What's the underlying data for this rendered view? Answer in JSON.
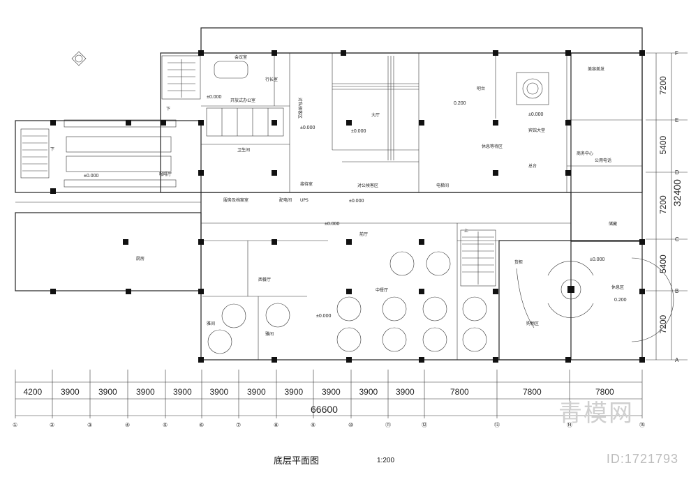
{
  "drawing": {
    "title": "底层平面图",
    "scale": "1:200",
    "watermark_id": "ID:1721793",
    "watermark_logo": "青模网"
  },
  "rooms": {
    "meeting": "会议室",
    "manager": "行长室",
    "open_office": "开放式办公室",
    "vip_wait": "对私候客区",
    "lobby": "大厅",
    "bar": "吧台",
    "guest_hall": "宾馆大堂",
    "restroom": "卫生间",
    "waiting": "休息等待区",
    "counter": "总台",
    "business": "商务中心",
    "beauty": "美容美发",
    "public_phone": "公用电话",
    "telecom": "接待室",
    "ups": "UPS",
    "power": "配电间",
    "corp_wait": "对公候客区",
    "elevator": "电梯间",
    "coffee": "咖啡厅",
    "kitchen": "厨房",
    "western": "西餐厅",
    "chinese": "中餐厅",
    "private1": "雅间",
    "private2": "雅间",
    "shop": "购物区",
    "goods": "货柜",
    "foyer": "前厅",
    "catering_store": "服务及档案室",
    "storage": "储藏",
    "rest_area": "休息区"
  },
  "elevations": {
    "e1": "±0.000",
    "e2": "±0.000",
    "e3": "±0.000",
    "e4": "±0.000",
    "e5": "±0.000",
    "e6": "±0.000",
    "e7": "±0.000",
    "e8": "0.200",
    "e9": "0.200",
    "e10": "±0.000"
  },
  "dimensions_bottom": [
    "4200",
    "3900",
    "3900",
    "3900",
    "3900",
    "3900",
    "3900",
    "3900",
    "3900",
    "3900",
    "3900",
    "7800",
    "7800",
    "7800"
  ],
  "total_width": "66600",
  "dimensions_right": [
    "7200",
    "5400",
    "7200",
    "5400",
    "7200"
  ],
  "total_height": "32400",
  "axes_x": [
    "①",
    "②",
    "③",
    "④",
    "⑤",
    "⑥",
    "⑦",
    "⑧",
    "⑨",
    "⑩",
    "⑪",
    "⑫",
    "⑬",
    "⑭",
    "⑮"
  ],
  "axes_y": [
    "F",
    "E",
    "D",
    "C",
    "B",
    "A"
  ],
  "stair_marks": {
    "down1": "下",
    "down2": "下",
    "up": "上"
  }
}
